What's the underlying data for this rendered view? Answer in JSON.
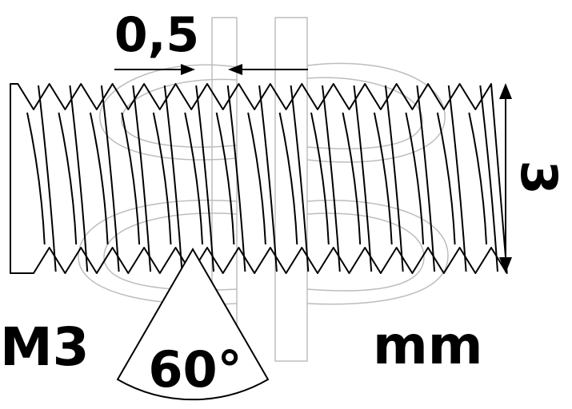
{
  "labels": {
    "pitch": "0,5",
    "diameter": "3",
    "thread_name": "M3",
    "angle": "60°",
    "unit": "mm"
  },
  "thread": {
    "crest_count": 14
  },
  "colors": {
    "line": "#000000",
    "watermark": "#bdbdbd",
    "background": "#ffffff"
  }
}
